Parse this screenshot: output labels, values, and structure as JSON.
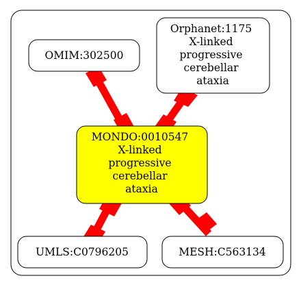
{
  "diagram": {
    "nodes": {
      "omim": {
        "lines": [
          "OMIM:302500"
        ],
        "fill": "#ffffff"
      },
      "orphanet": {
        "lines": [
          "Orphanet:1175",
          "X-linked",
          "progressive",
          "cerebellar",
          "ataxia"
        ],
        "fill": "#ffffff"
      },
      "mondo": {
        "lines": [
          "MONDO:0010547",
          "X-linked",
          "progressive",
          "cerebellar",
          "ataxia"
        ],
        "fill": "#ffff00"
      },
      "umls": {
        "lines": [
          "UMLS:C0796205"
        ],
        "fill": "#ffffff"
      },
      "mesh": {
        "lines": [
          "MESH:C563134"
        ],
        "fill": "#ffffff"
      }
    },
    "edge_color": "#ff0000",
    "edges": [
      {
        "from": "omim",
        "to": "mondo"
      },
      {
        "from": "orphanet",
        "to": "mondo"
      },
      {
        "from": "mondo",
        "to": "umls"
      },
      {
        "from": "mondo",
        "to": "mesh"
      }
    ]
  }
}
